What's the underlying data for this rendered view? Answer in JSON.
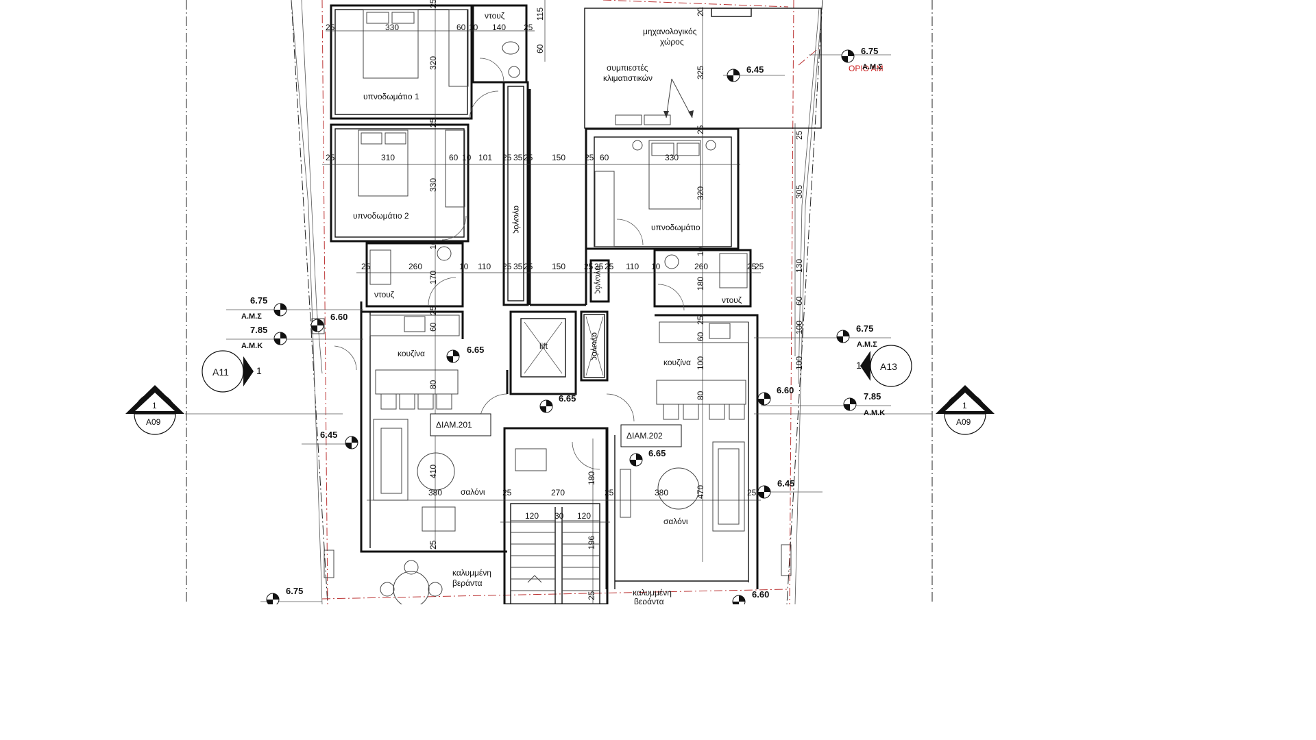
{
  "rooms": {
    "bedroom1": "υπνοδωμάτιο 1",
    "bedroom2": "υπνοδωμάτιο 2",
    "bedroom_right": "υπνοδωμάτιο",
    "shower_top": "ντουζ",
    "shower_left": "ντουζ",
    "shower_right": "ντουζ",
    "mech_room_line1": "μηχανολογικός",
    "mech_room_line2": "χώρος",
    "ac_comp_line1": "συμπιεστές",
    "ac_comp_line2": "κλιματιστικών",
    "kitchen_left": "κουζίνα",
    "kitchen_right": "κουζίνα",
    "living_left": "σαλόνι",
    "living_right": "σαλόνι",
    "veranda_left_line1": "καλυμμένη",
    "veranda_left_line2": "βεράντα",
    "veranda_right_line1": "καλυμμένη",
    "veranda_right_line2": "βεράντα",
    "lift": "lift",
    "duct1": "αγωγός",
    "duct2": "αγωγός",
    "duct3": "αγωγός",
    "apt_left": "ΔΙΑΜ.201",
    "apt_right": "ΔΙΑΜ.202",
    "boundary": "ΟΡΙΟ ΑΜ"
  },
  "levels": {
    "l_675_top_right": "6.75",
    "l_645_mech": "6.45",
    "l_675_left": "6.75",
    "l_785_left": "7.85",
    "l_660_left": "6.60",
    "l_665_kitchen": "6.65",
    "l_665_hall": "6.65",
    "l_645_left_living": "6.45",
    "l_665_right_living": "6.65",
    "l_675_right": "6.75",
    "l_785_right": "7.85",
    "l_660_right": "6.60",
    "l_645_right": "6.45",
    "l_675_bottom_left": "6.75",
    "l_660_bottom_right": "6.60",
    "ams": "Α.Μ.Σ",
    "amk": "Α.Μ.Κ",
    "ams_top": "Α.Μ.Σ"
  },
  "sections": {
    "a11": "A11",
    "a11_num": "1",
    "a13": "A13",
    "a13_num": "1",
    "a09_left_num": "1",
    "a09_left": "A09",
    "a09_right_num": "1",
    "a09_right": "A09"
  },
  "dimensions": {
    "d330_top": "330",
    "d60_top": "60",
    "d10_top": "10",
    "d140": "140",
    "d25_top_a": "25",
    "d25_top_b": "25",
    "d115": "115",
    "d60_wc": "60",
    "d320_b1": "320",
    "d25_mid_a": "25",
    "d310": "310",
    "d60_b2": "60",
    "d10_b2": "10",
    "d101": "101",
    "d25_b2a": "25",
    "d35_b2": "35",
    "d25_b2b": "25",
    "d150_top": "150",
    "d25_b2c": "25",
    "d60_b2r": "60",
    "d330_right": "330",
    "d330_b2": "330",
    "d320_right": "320",
    "d325": "325",
    "d20": "20",
    "d25_right_top": "25",
    "d305": "305",
    "d25_bath_a": "25",
    "d260_left": "260",
    "d170": "170",
    "d10_bath": "10",
    "d110_left": "110",
    "d25_bath_b": "25",
    "d35_bath": "35",
    "d25_bath_c": "25",
    "d150_mid": "150",
    "d25_bath_d": "25",
    "d35_bath_r": "35",
    "d25_bath_e": "25",
    "d110_right": "110",
    "d10_bath_r": "10",
    "d260_right": "260",
    "d25_bath_f": "25",
    "d130": "130",
    "d180_bath": "180",
    "d60_right_a": "60",
    "d100_right": "100",
    "d25_k": "25",
    "d60_k": "60",
    "d25_kr": "25",
    "d60_kr": "60",
    "d100_kr": "100",
    "d80_left": "80",
    "d80_right": "80",
    "d410": "410",
    "d380_left": "380",
    "d25_liv_a": "25",
    "d270": "270",
    "d25_liv_b": "25",
    "d380_right": "380",
    "d470": "470",
    "d25_liv_c": "25",
    "d180_hall": "180",
    "d120_a": "120",
    "d30": "30",
    "d120_b": "120",
    "d196": "196",
    "d25_bot_a": "25",
    "d25_bot_b": "25",
    "d100_far": "100",
    "d60_far": "60",
    "d25_far": "25"
  }
}
